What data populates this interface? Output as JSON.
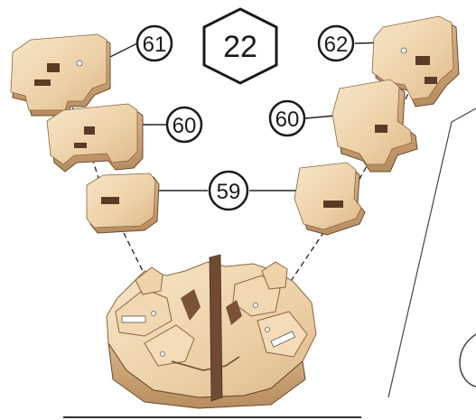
{
  "step": {
    "number": "22"
  },
  "callouts": [
    {
      "id": "c61",
      "label": "61"
    },
    {
      "id": "c62",
      "label": "62"
    },
    {
      "id": "c60l",
      "label": "60"
    },
    {
      "id": "c60r",
      "label": "60"
    },
    {
      "id": "c59",
      "label": "59"
    }
  ],
  "colors": {
    "wood_light": "#f3dcb7",
    "wood_mid": "#e7c89b",
    "wood_shadow": "#d2ad7c",
    "edge_dark": "#6f4b33",
    "outline": "#1a1a1a"
  }
}
